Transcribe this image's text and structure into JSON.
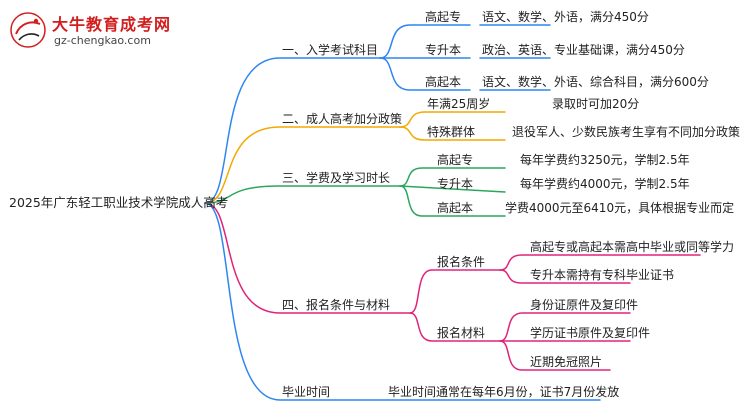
{
  "logo": {
    "title": "大牛教育成考网",
    "url": "gz-chengkao.com",
    "mark_text": "大牛"
  },
  "root": "2025年广东轻工职业技术学院成人高考",
  "colors": {
    "branch1": "#2f86f0",
    "branch2": "#f2a900",
    "branch3": "#2ba65f",
    "branch4": "#e0237a",
    "branch5": "#2f86f0"
  },
  "branches": {
    "b1": {
      "label": "一、入学考试科目",
      "items": [
        {
          "key": "高起专",
          "value": "语文、数学、外语，满分450分"
        },
        {
          "key": "专升本",
          "value": "政治、英语、专业基础课，满分450分"
        },
        {
          "key": "高起本",
          "value": "语文、数学、外语、综合科目，满分600分"
        }
      ]
    },
    "b2": {
      "label": "二、成人高考加分政策",
      "items": [
        {
          "key": "年满25周岁",
          "value": "录取时可加20分"
        },
        {
          "key": "特殊群体",
          "value": "退役军人、少数民族考生享有不同加分政策"
        }
      ]
    },
    "b3": {
      "label": "三、学费及学习时长",
      "items": [
        {
          "key": "高起专",
          "value": "每年学费约3250元，学制2.5年"
        },
        {
          "key": "专升本",
          "value": "每年学费约4000元，学制2.5年"
        },
        {
          "key": "高起本",
          "value": "学费4000元至6410元，具体根据专业而定"
        }
      ]
    },
    "b4": {
      "label": "四、报名条件与材料",
      "groups": [
        {
          "key": "报名条件",
          "items": [
            "高起专或高起本需高中毕业或同等学力",
            "专升本需持有专科毕业证书"
          ]
        },
        {
          "key": "报名材料",
          "items": [
            "身份证原件及复印件",
            "学历证书原件及复印件",
            "近期免冠照片"
          ]
        }
      ]
    },
    "b5": {
      "label": "毕业时间",
      "value": "毕业时间通常在每年6月份，证书7月份发放"
    }
  }
}
